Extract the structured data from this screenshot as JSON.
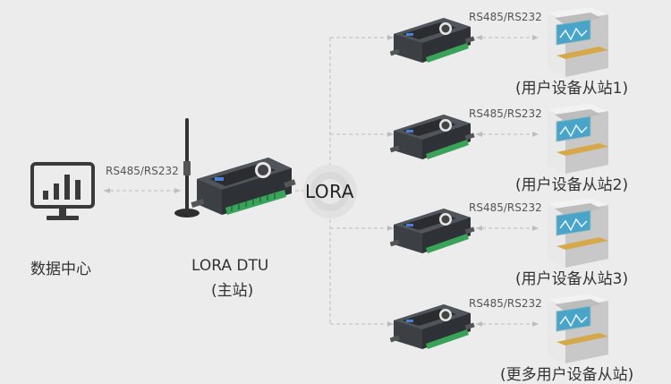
{
  "data_center": {
    "label": "数据中心",
    "icon": "monitor-bar-chart-icon"
  },
  "master": {
    "name": "LORA DTU",
    "role": "(主站)",
    "icon": "dtu-device-with-antenna-icon"
  },
  "master_link": {
    "label": "RS485/RS232"
  },
  "hub": {
    "label": "LORA",
    "icon": "wireless-signal-icon"
  },
  "slaves": [
    {
      "link_label": "RS485/RS232",
      "caption": "(用户设备从站1)"
    },
    {
      "link_label": "RS485/RS232",
      "caption": "(用户设备从站2)"
    },
    {
      "link_label": "RS485/RS232",
      "caption": "(用户设备从站3)"
    },
    {
      "link_label": "RS485/RS232",
      "caption": "(更多用户设备从站)"
    }
  ],
  "colors": {
    "background": "#ececec",
    "icon_dark": "#3a3a3a",
    "device_body": "#3c3f44",
    "terminal_green": "#3aa35a",
    "equipment_screen": "#4aa3c8",
    "wire": "#bdbdbd"
  }
}
